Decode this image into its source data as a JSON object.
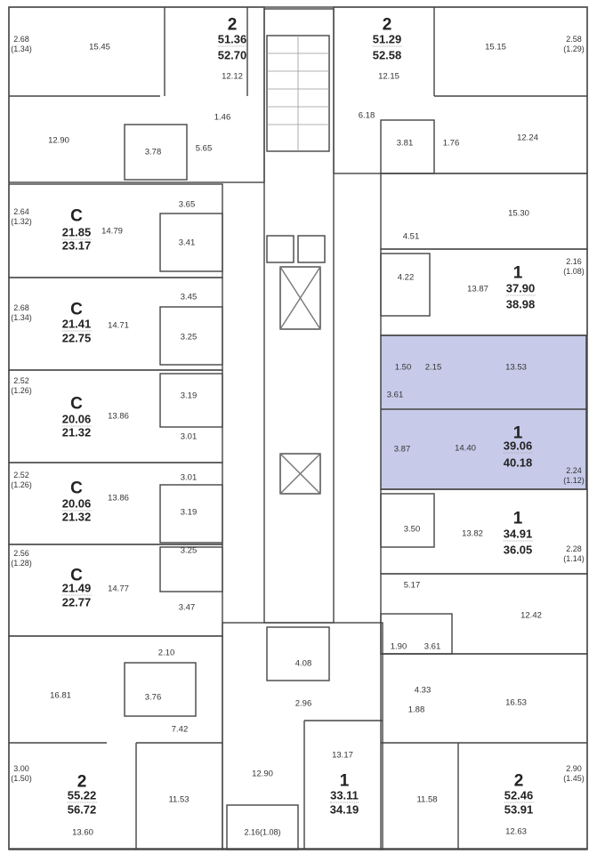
{
  "plan": {
    "highlight_color": "#c7cbe9",
    "apartments": [
      {
        "type": "2",
        "living_area": "51.36",
        "total_area": "52.70",
        "rooms": [
          "15.45",
          "12.12",
          "12.90",
          "3.78",
          "5.65",
          "1.46"
        ],
        "balcony": {
          "area": "2.68",
          "reduced": "(1.34)"
        }
      },
      {
        "type": "2",
        "living_area": "51.29",
        "total_area": "52.58",
        "rooms": [
          "12.15",
          "15.15",
          "6.18",
          "3.81",
          "1.76",
          "12.24"
        ],
        "balcony": {
          "area": "2.58",
          "reduced": "(1.29)"
        }
      },
      {
        "type": "C",
        "living_area": "21.85",
        "total_area": "23.17",
        "rooms": [
          "14.79",
          "3.65",
          "3.41"
        ],
        "balcony": {
          "area": "2.64",
          "reduced": "(1.32)"
        }
      },
      {
        "type": "C",
        "living_area": "21.41",
        "total_area": "22.75",
        "rooms": [
          "14.71",
          "3.45",
          "3.25"
        ],
        "balcony": {
          "area": "2.68",
          "reduced": "(1.34)"
        }
      },
      {
        "type": "C",
        "living_area": "20.06",
        "total_area": "21.32",
        "rooms": [
          "13.86",
          "3.19",
          "3.01"
        ],
        "balcony": {
          "area": "2.52",
          "reduced": "(1.26)"
        }
      },
      {
        "type": "C",
        "living_area": "20.06",
        "total_area": "21.32",
        "rooms": [
          "13.86",
          "3.01",
          "3.19"
        ],
        "balcony": {
          "area": "2.52",
          "reduced": "(1.26)"
        }
      },
      {
        "type": "C",
        "living_area": "21.49",
        "total_area": "22.77",
        "rooms": [
          "14.77",
          "3.25",
          "3.47"
        ],
        "balcony": {
          "area": "2.56",
          "reduced": "(1.28)"
        }
      },
      {
        "type": "2",
        "living_area": "55.22",
        "total_area": "56.72",
        "rooms": [
          "16.81",
          "2.10",
          "3.76",
          "7.42",
          "11.53",
          "13.60"
        ],
        "balcony": {
          "area": "3.00",
          "reduced": "(1.50)"
        }
      },
      {
        "type": "1",
        "living_area": "33.11",
        "total_area": "34.19",
        "rooms": [
          "4.08",
          "2.96",
          "12.90",
          "13.17"
        ],
        "balcony": {
          "area": "2.16(1.08)",
          "reduced": ""
        }
      },
      {
        "type": "1",
        "living_area": "37.90",
        "total_area": "38.98",
        "rooms": [
          "15.30",
          "4.51",
          "4.22",
          "13.87"
        ],
        "balcony": {
          "area": "2.16",
          "reduced": "(1.08)"
        }
      },
      {
        "type": "1",
        "living_area": "39.06",
        "total_area": "40.18",
        "rooms": [
          "1.50",
          "2.15",
          "13.53",
          "3.61",
          "3.87",
          "14.40"
        ],
        "balcony": {
          "area": "2.24",
          "reduced": "(1.12)"
        },
        "highlighted": true
      },
      {
        "type": "1",
        "living_area": "34.91",
        "total_area": "36.05",
        "rooms": [
          "3.50",
          "13.82",
          "5.17",
          "12.42"
        ],
        "balcony": {
          "area": "2.28",
          "reduced": "(1.14)"
        }
      },
      {
        "type": "2",
        "living_area": "52.46",
        "total_area": "53.91",
        "rooms": [
          "1.90",
          "3.61",
          "4.33",
          "1.88",
          "16.53",
          "11.58",
          "12.63"
        ],
        "balcony": {
          "area": "2.90",
          "reduced": "(1.45)"
        }
      }
    ]
  }
}
